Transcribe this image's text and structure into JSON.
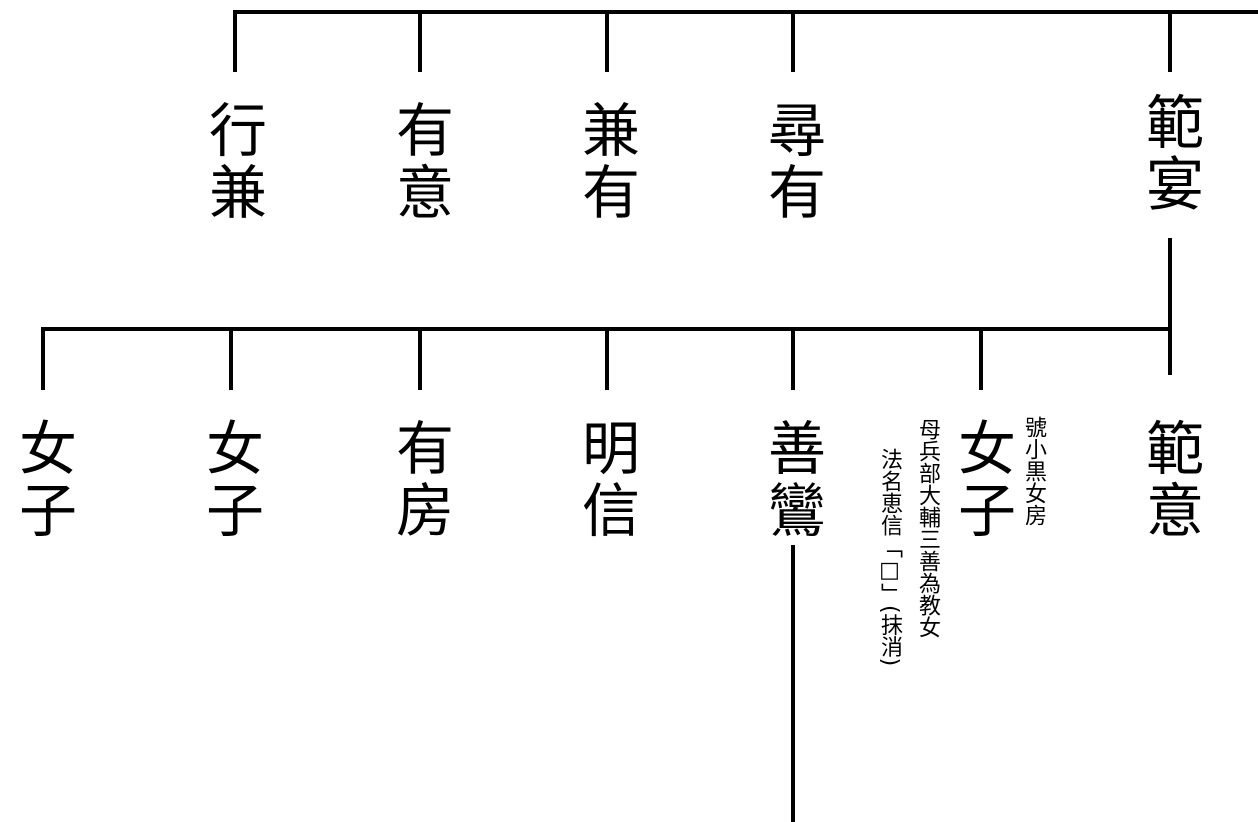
{
  "generation_1": [
    {
      "id": "yukikane",
      "name": "行兼"
    },
    {
      "id": "arimune",
      "name": "有意"
    },
    {
      "id": "kaneari",
      "name": "兼有"
    },
    {
      "id": "hiroari",
      "name": "尋有"
    },
    {
      "id": "norimasa",
      "name": "範宴"
    }
  ],
  "generation_2": [
    {
      "id": "daughter-1",
      "name": "女子"
    },
    {
      "id": "daughter-2",
      "name": "女子"
    },
    {
      "id": "arifusa",
      "name": "有房"
    },
    {
      "id": "myoshin",
      "name": "明信"
    },
    {
      "id": "zenran",
      "name": "善鸞"
    },
    {
      "id": "daughter-3",
      "name": "女子"
    },
    {
      "id": "norimune",
      "name": "範意"
    }
  ],
  "annotations": {
    "daughter_3_title": "號小黒女房",
    "daughter_3_mother": "母兵部大輔三善為教女",
    "daughter_3_dharma": "法名恵信「□」(抹消)"
  }
}
